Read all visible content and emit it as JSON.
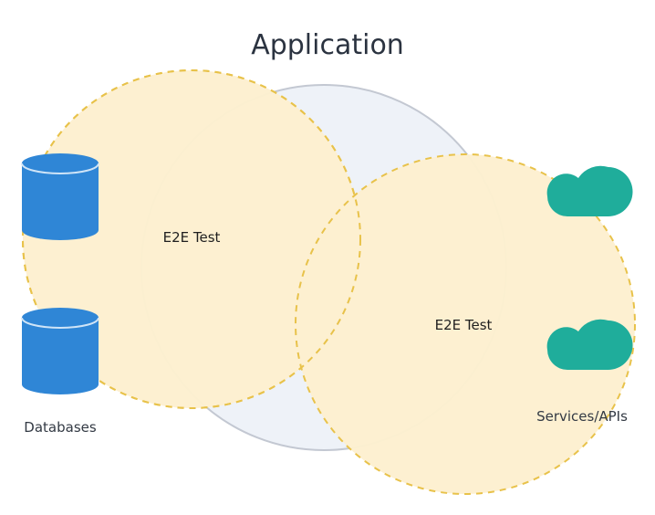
{
  "title": "Application",
  "colors": {
    "app_circle_fill": "#eef2f8",
    "app_circle_stroke": "#c3c8d2",
    "test_circle_fill": "#fdf0d0",
    "test_circle_stroke": "#e8c24a",
    "database_fill": "#2f86d6",
    "database_highlight": "#cfe4f7",
    "cloud_fill": "#1fad9b",
    "title_color": "#2b3340"
  },
  "circles": {
    "application": {
      "name": "Application"
    },
    "tests": [
      {
        "label": "E2E Test"
      },
      {
        "label": "E2E Test"
      }
    ]
  },
  "databases": {
    "icon": "database-icon",
    "count": 2,
    "caption": "Databases"
  },
  "services": {
    "icon": "cloud-icon",
    "count": 2,
    "caption": "Services/APIs"
  }
}
